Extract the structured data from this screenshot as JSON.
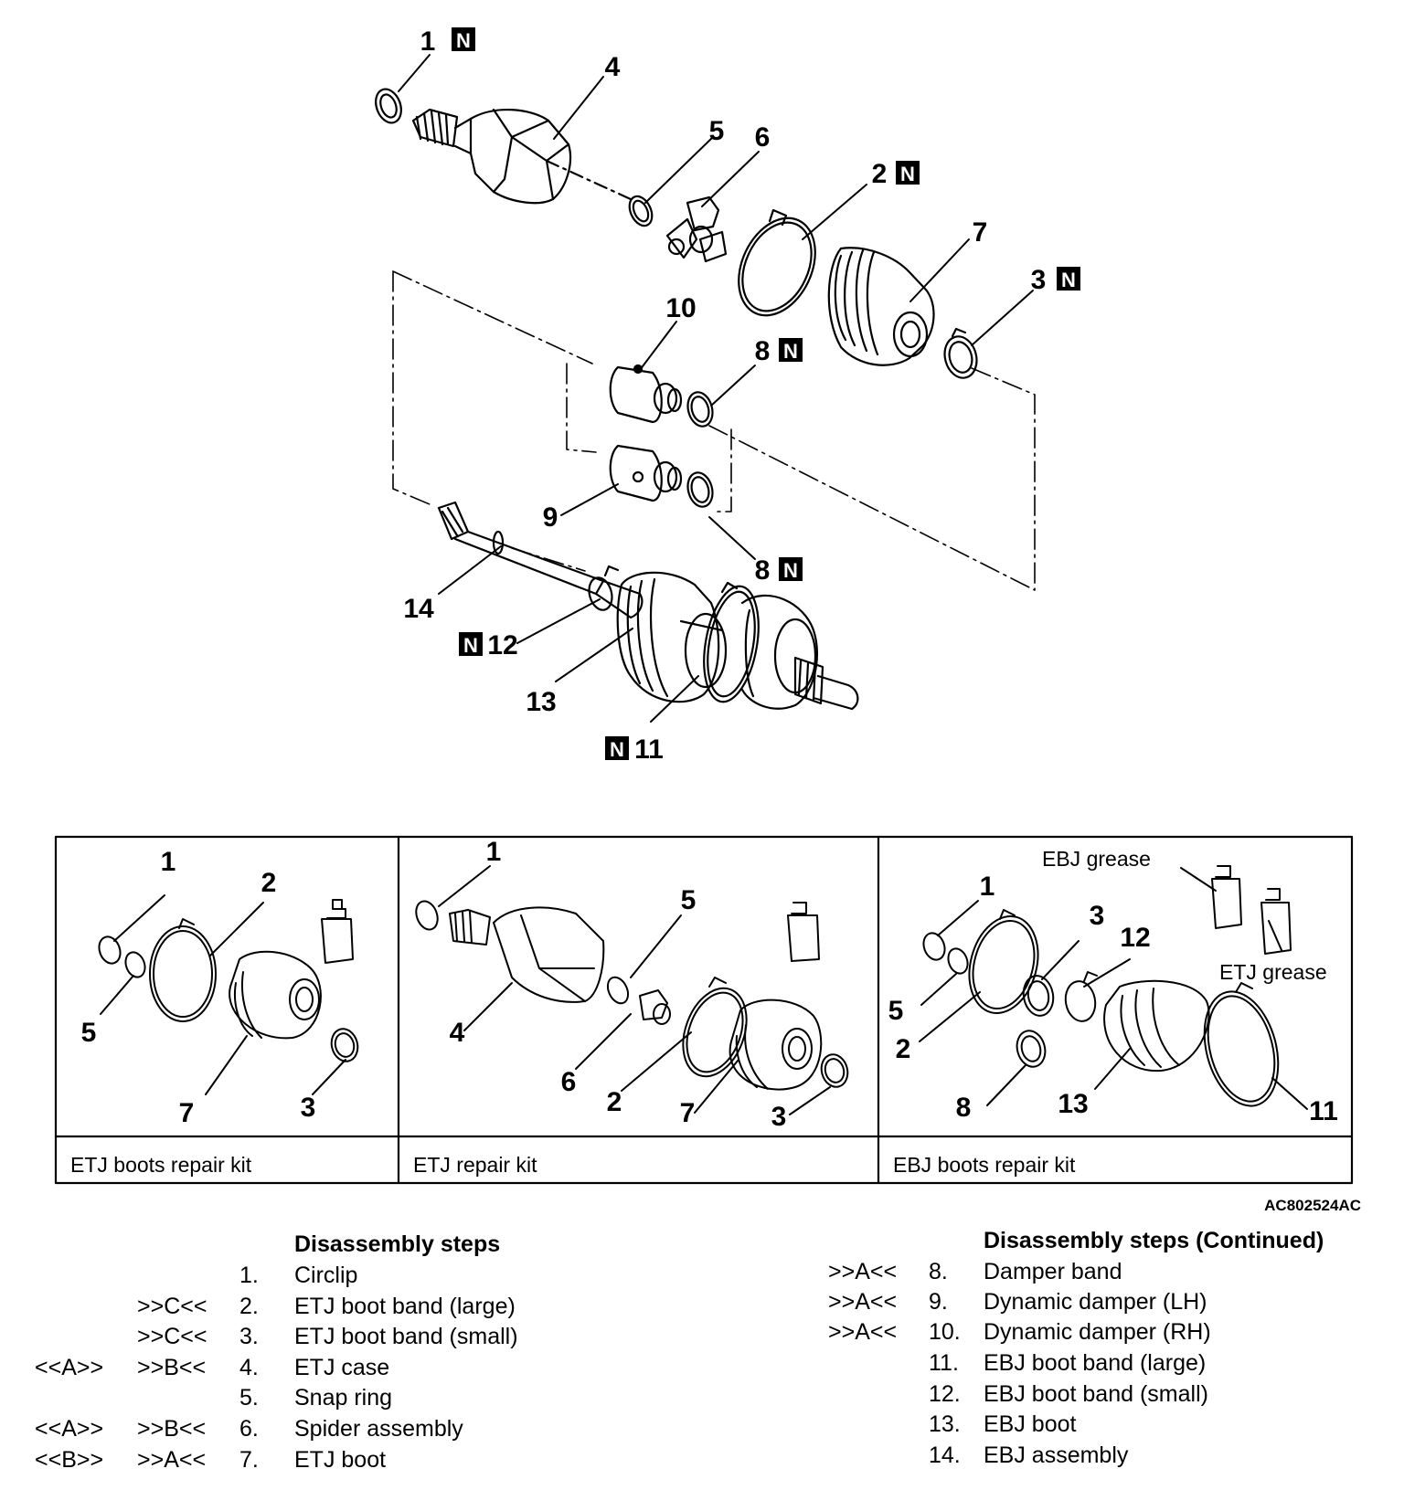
{
  "figure_code": "AC802524AC",
  "new_part_symbol": "N",
  "main_callouts": [
    {
      "id": "c1",
      "label": "1",
      "new": true
    },
    {
      "id": "c4",
      "label": "4",
      "new": false
    },
    {
      "id": "c5",
      "label": "5",
      "new": false
    },
    {
      "id": "c6",
      "label": "6",
      "new": false
    },
    {
      "id": "c2",
      "label": "2",
      "new": true
    },
    {
      "id": "c7",
      "label": "7",
      "new": false
    },
    {
      "id": "c3",
      "label": "3",
      "new": true
    },
    {
      "id": "c10",
      "label": "10",
      "new": false
    },
    {
      "id": "c8a",
      "label": "8",
      "new": true
    },
    {
      "id": "c9",
      "label": "9",
      "new": false
    },
    {
      "id": "c8b",
      "label": "8",
      "new": true
    },
    {
      "id": "c14",
      "label": "14",
      "new": false
    },
    {
      "id": "c12",
      "label": "12",
      "new": true
    },
    {
      "id": "c13",
      "label": "13",
      "new": false
    },
    {
      "id": "c11",
      "label": "11",
      "new": true
    }
  ],
  "kits": [
    {
      "label": "ETJ boots repair kit",
      "callouts": [
        "1",
        "2",
        "5",
        "7",
        "3"
      ]
    },
    {
      "label": "ETJ repair kit",
      "callouts": [
        "1",
        "5",
        "4",
        "6",
        "2",
        "7",
        "3"
      ]
    },
    {
      "label": "EBJ boots repair kit",
      "callouts": [
        "1",
        "3",
        "12",
        "5",
        "2",
        "8",
        "13",
        "11"
      ],
      "grease_labels": [
        "EBJ grease",
        "ETJ grease"
      ]
    }
  ],
  "steps_left": {
    "heading": "Disassembly steps",
    "items": [
      {
        "m1": "",
        "m2": "",
        "num": "1.",
        "name": "Circlip"
      },
      {
        "m1": "",
        "m2": ">>C<<",
        "num": "2.",
        "name": "ETJ boot band (large)"
      },
      {
        "m1": "",
        "m2": ">>C<<",
        "num": "3.",
        "name": "ETJ boot band (small)"
      },
      {
        "m1": "<<A>>",
        "m2": ">>B<<",
        "num": "4.",
        "name": "ETJ case"
      },
      {
        "m1": "",
        "m2": "",
        "num": "5.",
        "name": "Snap ring"
      },
      {
        "m1": "<<A>>",
        "m2": ">>B<<",
        "num": "6.",
        "name": "Spider assembly"
      },
      {
        "m1": "<<B>>",
        "m2": ">>A<<",
        "num": "7.",
        "name": "ETJ boot"
      }
    ]
  },
  "steps_right": {
    "heading": "Disassembly steps (Continued)",
    "items": [
      {
        "m2": ">>A<<",
        "num": "8.",
        "name": "Damper band"
      },
      {
        "m2": ">>A<<",
        "num": "9.",
        "name": "Dynamic damper (LH)"
      },
      {
        "m2": ">>A<<",
        "num": "10.",
        "name": "Dynamic damper (RH)"
      },
      {
        "m2": "",
        "num": "11.",
        "name": "EBJ boot band (large)"
      },
      {
        "m2": "",
        "num": "12.",
        "name": "EBJ boot band (small)"
      },
      {
        "m2": "",
        "num": "13.",
        "name": "EBJ boot"
      },
      {
        "m2": "",
        "num": "14.",
        "name": "EBJ assembly"
      }
    ]
  }
}
